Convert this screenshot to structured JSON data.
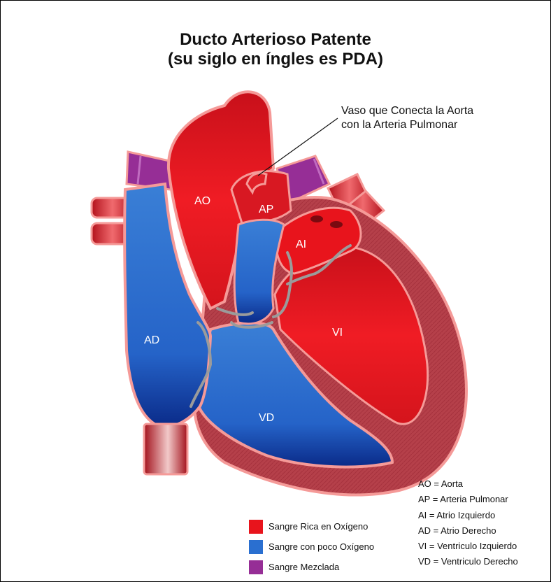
{
  "title": {
    "line1": "Ducto Arterioso Patente",
    "line2": "(su siglo en íngles es PDA)"
  },
  "callout": {
    "line1": "Vaso que Conecta la Aorta",
    "line2": "con la Arteria Pulmonar"
  },
  "labels": {
    "ao": "AO",
    "ap": "AP",
    "ai": "AI",
    "ad": "AD",
    "vi": "VI",
    "vd": "VD"
  },
  "abbreviations": [
    "AO = Aorta",
    "AP = Arteria Pulmonar",
    "AI = Atrio Izquierdo",
    "AD = Atrio Derecho",
    "VI = Ventriculo Izquierdo",
    "VD = Ventriculo Derecho"
  ],
  "legend": [
    {
      "label": "Sangre Rica en Oxígeno",
      "color": "#e8141c"
    },
    {
      "label": "Sangre con poco Oxígeno",
      "color": "#2a6fd0"
    },
    {
      "label": "Sangre Mezclada",
      "color": "#962e96"
    }
  ],
  "colors": {
    "oxygen_rich": "#e8141c",
    "oxygen_poor": "#2a6fd0",
    "mixed": "#962e96",
    "muscle": "#b5404a",
    "outline": "#f59a98",
    "valve": "#9b9b9b"
  }
}
